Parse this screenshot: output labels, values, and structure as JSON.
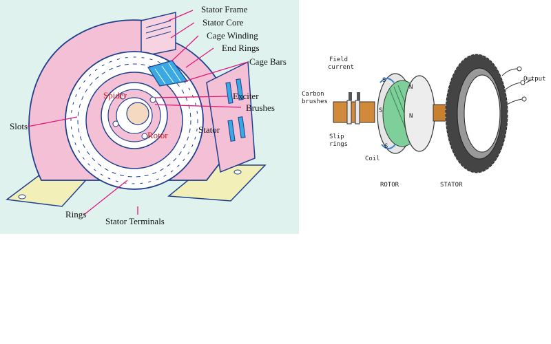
{
  "left_diagram": {
    "labels": {
      "stator_frame": "Stator Frame",
      "stator_core": "Stator Core",
      "cage_winding": "Cage Winding",
      "end_rings": "End Rings",
      "cage_bars": "Cage Bars",
      "spider": "Spider",
      "exciter": "Exciter",
      "brushes": "Brushes",
      "slots": "Slots",
      "rotor": "Rotor",
      "stator": "Stator",
      "rings": "Rings",
      "stator_terminals": "Stator Terminals"
    },
    "colors": {
      "background": "#dff2ee",
      "frame": "#f4c0d6",
      "core": "#ffffff",
      "outline": "#1c3e8c",
      "cage": "#3aa9e3",
      "base": "#f2f0b8",
      "label_arrow": "#e0167a",
      "red_text": "#e0161b"
    }
  },
  "right_diagram": {
    "labels": {
      "field_current_1": "Field",
      "field_current_2": "current",
      "carbon_brushes_1": "Carbon",
      "carbon_brushes_2": "brushes",
      "slip_rings_1": "Slip",
      "slip_rings_2": "rings",
      "coil": "Coil",
      "output": "Output",
      "rotor": "ROTOR",
      "stator": "STATOR",
      "pole_s": "S",
      "pole_n": "N"
    }
  }
}
